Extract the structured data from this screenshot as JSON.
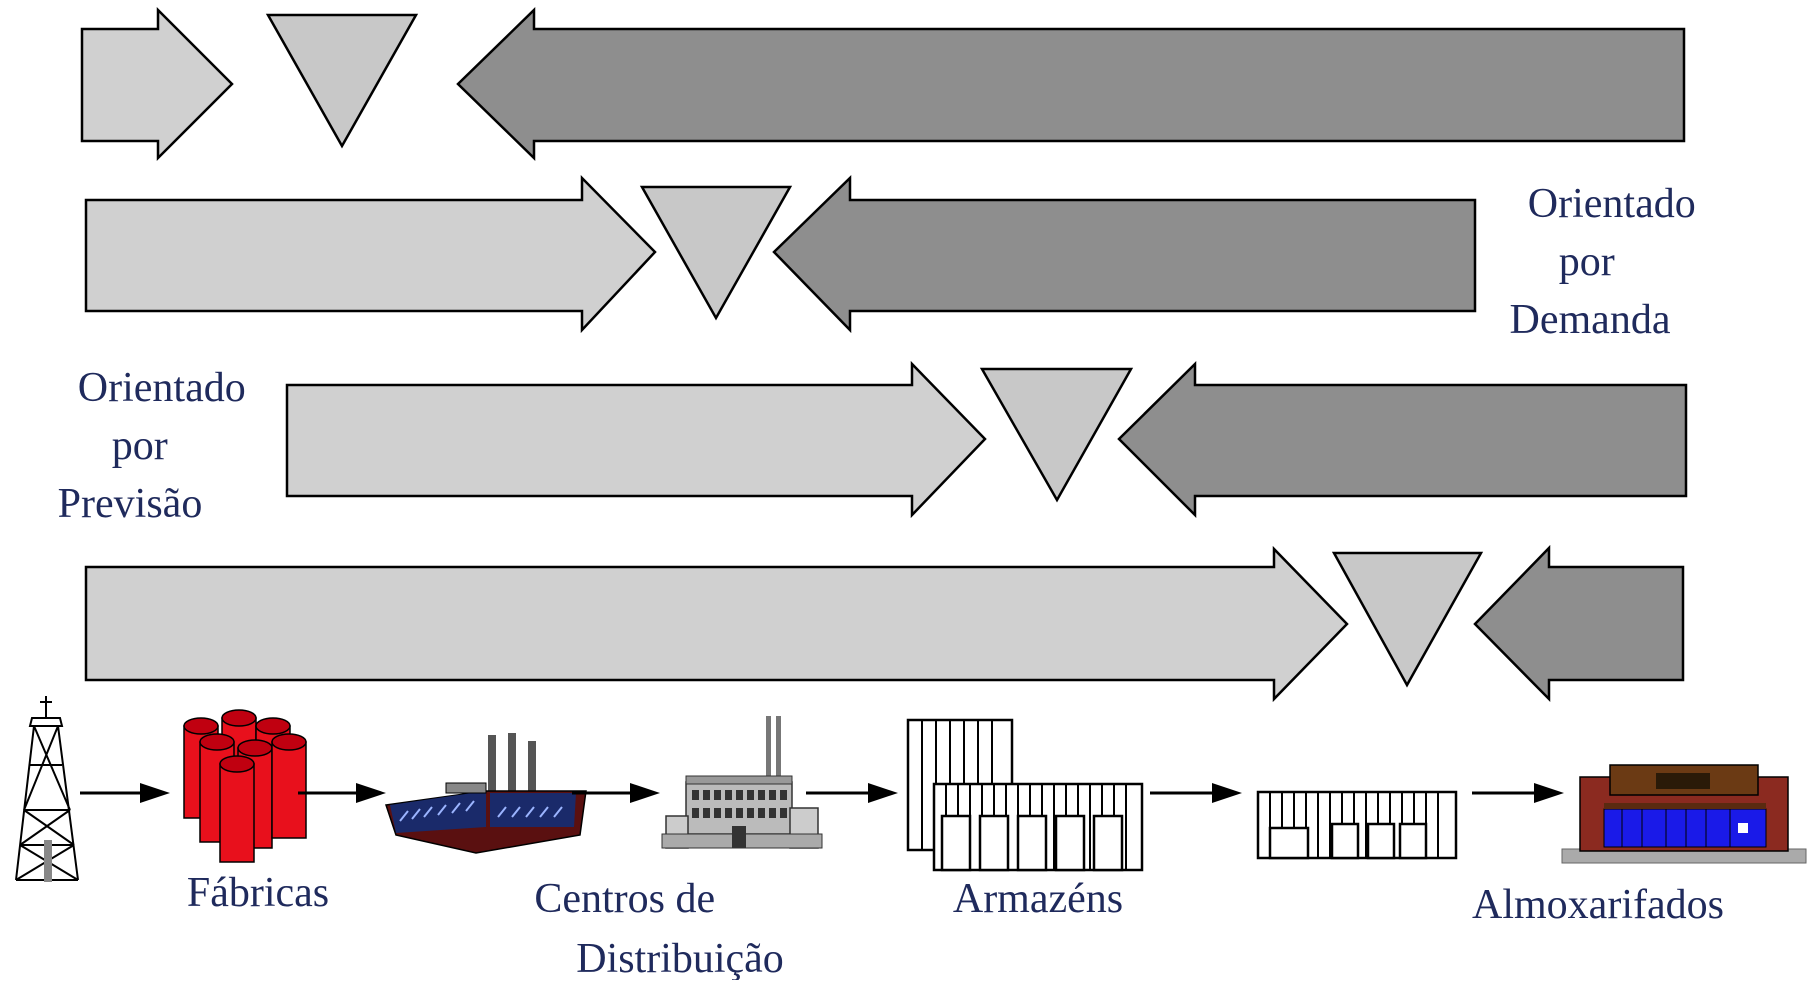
{
  "labels": {
    "pull_side": [
      "Orientado",
      "por",
      "Demanda"
    ],
    "push_side": [
      "Orientado",
      "por",
      "Previsão"
    ]
  },
  "stages": {
    "factories": "Fábricas",
    "distribution_centers": [
      "Centros de",
      "Distribuição"
    ],
    "warehouses": "Armazéns",
    "retail": "Almoxarifados"
  },
  "icons": {
    "oil_derrick": "oil-derrick-icon",
    "raw_material": "red-barrels-icon",
    "manufacturing": "factory-icon",
    "distribution": "industrial-building-icon",
    "warehouse": "warehouse-icon",
    "small_warehouse": "small-warehouse-icon",
    "store": "retail-store-icon"
  },
  "colors": {
    "push_arrow": "#d0d0d0",
    "pull_arrow": "#8e8e8e",
    "inventory_triangle": "#c8c8c8",
    "label_text": "#1f2a5c",
    "barrel_red": "#e8101c"
  }
}
